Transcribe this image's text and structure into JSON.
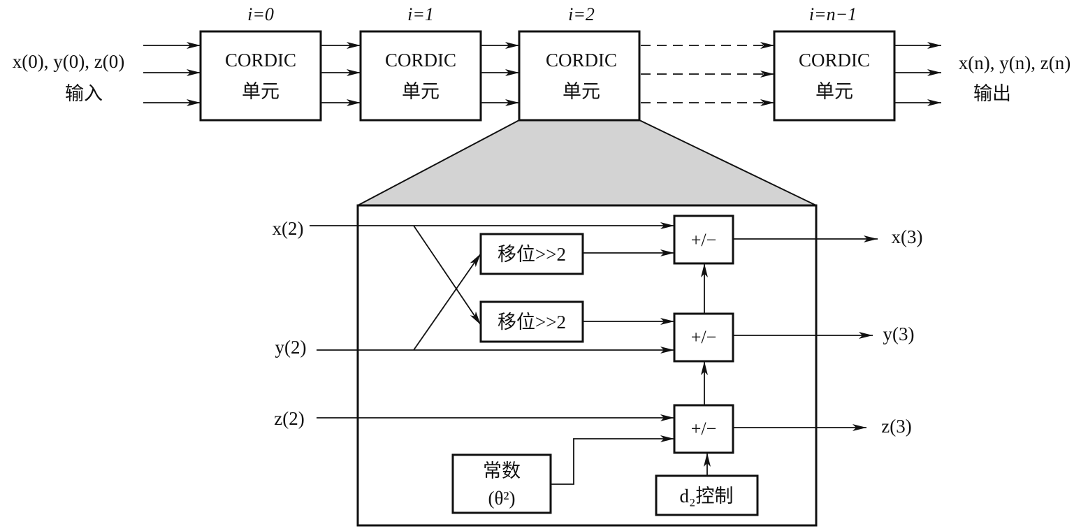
{
  "pipeline": {
    "input_label": "x(0), y(0), z(0)",
    "input_caption": "输入",
    "output_label": "x(n), y(n), z(n)",
    "output_caption": "输出",
    "stages": [
      {
        "index_label": "i=0",
        "line1": "CORDIC",
        "line2": "单元"
      },
      {
        "index_label": "i=1",
        "line1": "CORDIC",
        "line2": "单元"
      },
      {
        "index_label": "i=2",
        "line1": "CORDIC",
        "line2": "单元"
      },
      {
        "index_label": "i=n−1",
        "line1": "CORDIC",
        "line2": "单元"
      }
    ]
  },
  "detail": {
    "inputs": {
      "x": "x(2)",
      "y": "y(2)",
      "z": "z(2)"
    },
    "outputs": {
      "x": "x(3)",
      "y": "y(3)",
      "z": "z(3)"
    },
    "shift_top": "移位>>2",
    "shift_bottom": "移位>>2",
    "adders": [
      "+/−",
      "+/−",
      "+/−"
    ],
    "constant_line1": "常数",
    "constant_line2": "(θ²)",
    "control_label": "d₂控制"
  },
  "colors": {
    "stroke": "#111111",
    "zoom_fill": "#d3d3d3",
    "background": "#ffffff"
  }
}
